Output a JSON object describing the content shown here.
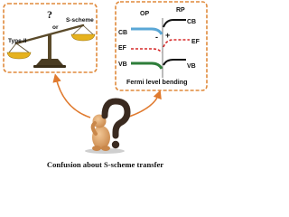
{
  "left_panel": {
    "type_ii_label": "Type-II",
    "question_mark": "?",
    "or_label": "or",
    "s_scheme_label": "S-scheme"
  },
  "right_panel": {
    "op_label": "OP",
    "rp_label": "RP",
    "cb_left_label": "CB",
    "cb_right_label": "CB",
    "ef_left_label": "EF",
    "ef_right_label": "EF",
    "vb_left_label": "VB",
    "vb_right_label": "VB",
    "plus_label": "+",
    "minus_label": "-",
    "caption": "Fermi level bending"
  },
  "caption": "Confusion about S-scheme transfer",
  "colors": {
    "panel_border": "#e08a3c",
    "arrow": "#e07a2e",
    "scale_beam": "#5a4a2a",
    "scale_pan": "#e6b21e",
    "cb_left_band": "#5aa7d6",
    "ef_line": "#d62a2a",
    "vb_left_band": "#2e7d3a",
    "figure_body": "#d59a5e",
    "question_mark": "#3a2a20"
  }
}
